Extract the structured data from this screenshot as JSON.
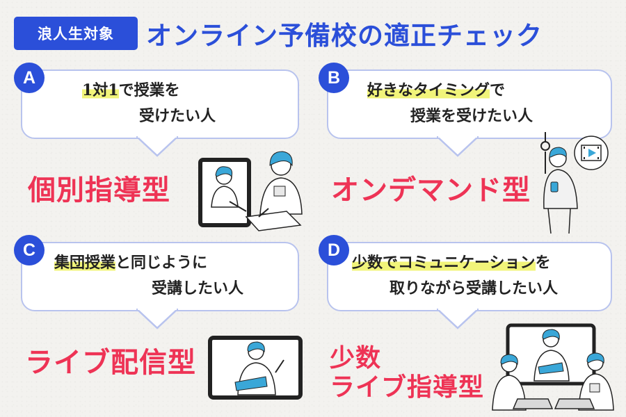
{
  "header": {
    "tag": "浪人生対象",
    "title": "オンライン予備校の適正チェック"
  },
  "cards": [
    {
      "badge": "A",
      "line1_hl": "1対1",
      "line1_rest": "で授業を",
      "line2": "受けたい人",
      "type": "個別指導型"
    },
    {
      "badge": "B",
      "line1_hl": "好きなタイミング",
      "line1_rest": "で",
      "line2": "授業を受けたい人",
      "type": "オンデマンド型"
    },
    {
      "badge": "C",
      "line1_hl": "集団授業",
      "line1_rest": "と同じように",
      "line2": "受講したい人",
      "type": "ライブ配信型"
    },
    {
      "badge": "D",
      "line1_hl": "少数でコミュニケーション",
      "line1_rest": "を",
      "line2": "取りながら受講したい人",
      "type_line1": "少数",
      "type_line2": "ライブ指導型"
    }
  ],
  "icons": {
    "video": "video-play-icon"
  },
  "colors": {
    "accent_blue": "#2b4fd9",
    "type_red": "#ee3355",
    "highlight_yellow": "#f1f47a",
    "bubble_border": "#b8c3ee",
    "hair_blue": "#3aa7d8"
  }
}
